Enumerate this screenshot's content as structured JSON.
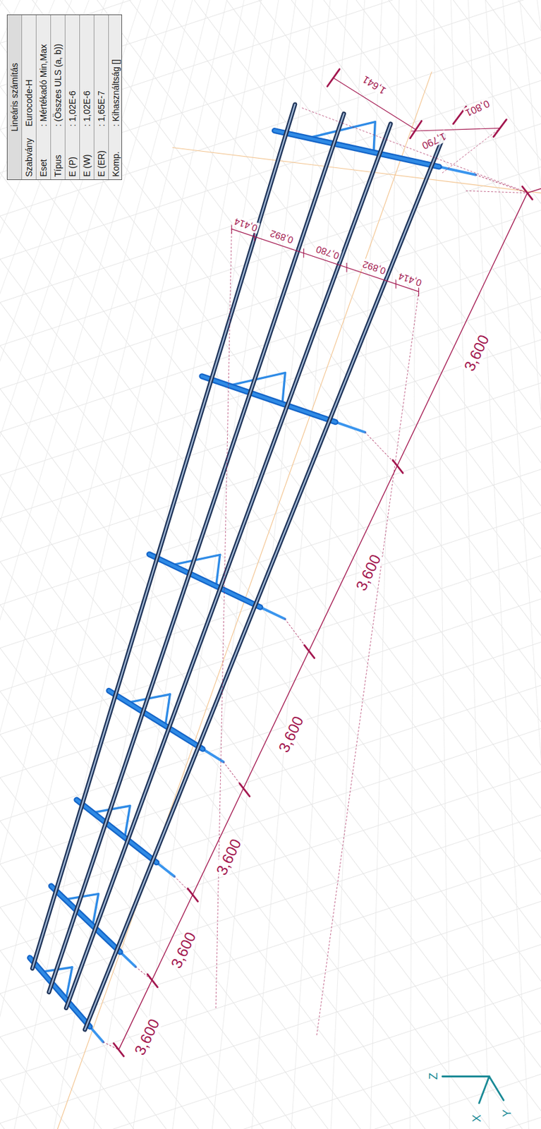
{
  "diagram": {
    "labels": [
      "Lineáris számítás",
      "Szabvány",
      "Eurocode-H",
      "Eset",
      ": Mértékadó Min,Max",
      "Típus",
      ": (Összes ULS (a, b))",
      "E (P)",
      ": 1,02E-6",
      "E (W)",
      ": 1,02E-6",
      "E (ER)",
      ": 1,65E-7",
      "Komp.",
      ": Kihasználtság []",
      "1,641",
      "1,790",
      "0,801",
      "0,414",
      "0,892",
      "0,780",
      "0,892",
      "0,414",
      "3,600",
      "3,600",
      "3,600",
      "3,600",
      "3,600",
      "3,600",
      "Z",
      "X",
      "Y"
    ]
  }
}
